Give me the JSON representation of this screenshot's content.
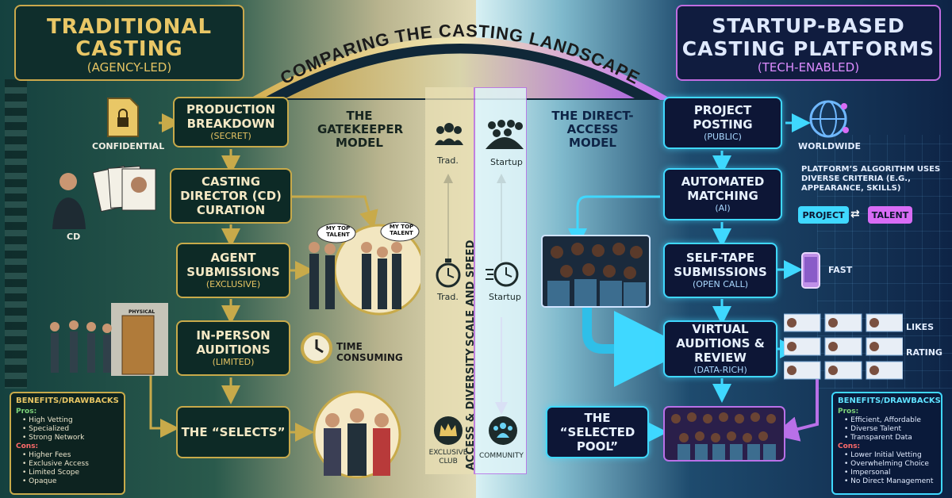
{
  "banner_title": "COMPARING THE CASTING LANDSCAPE",
  "left": {
    "title": "TRADITIONAL CASTING",
    "subtitle": "(AGENCY-LED)",
    "model": "THE GATEKEEPER MODEL",
    "steps": [
      {
        "title": "PRODUCTION BREAKDOWN",
        "sub": "(SECRET)"
      },
      {
        "title": "CASTING DIRECTOR (CD) CURATION",
        "sub": ""
      },
      {
        "title": "AGENT SUBMISSIONS",
        "sub": "(EXCLUSIVE)"
      },
      {
        "title": "IN-PERSON AUDITIONS",
        "sub": "(LIMITED)"
      },
      {
        "title": "THE “SELECTS”",
        "sub": ""
      }
    ],
    "labels": {
      "confidential": "CONFIDENTIAL",
      "cd": "CD",
      "time_consuming": "TIME CONSUMING",
      "bubble1": "MY TOP TALENT",
      "bubble2": "MY TOP TALENT",
      "physical": "PHYSICAL"
    },
    "benefits": {
      "heading": "BENEFITS/DRAWBACKS",
      "pros_label": "Pros:",
      "pros": [
        "High Vetting",
        "Specialized",
        "Strong Network"
      ],
      "cons_label": "Cons:",
      "cons": [
        "Higher Fees",
        "Exclusive Access",
        "Limited Scope",
        "Opaque"
      ]
    }
  },
  "right": {
    "title": "STARTUP-BASED CASTING PLATFORMS",
    "subtitle": "(TECH-ENABLED)",
    "model": "THE DIRECT-ACCESS MODEL",
    "steps": [
      {
        "title": "PROJECT POSTING",
        "sub": "(PUBLIC)"
      },
      {
        "title": "AUTOMATED MATCHING",
        "sub": "(AI)"
      },
      {
        "title": "SELF-TAPE SUBMISSIONS",
        "sub": "(OPEN CALL)"
      },
      {
        "title": "VIRTUAL AUDITIONS & REVIEW",
        "sub": "(DATA-RICH)"
      },
      {
        "title": "THE “SELECTED POOL”",
        "sub": ""
      }
    ],
    "labels": {
      "worldwide": "WORLDWIDE",
      "algorithm": "PLATFORM’S ALGORITHM USES DIVERSE CRITERIA (E.G., APPEARANCE, SKILLS)",
      "project": "PROJECT",
      "talent": "TALENT",
      "fast": "FAST",
      "likes": "LIKES",
      "rating": "RATING"
    },
    "benefits": {
      "heading": "BENEFITS/DRAWBACKS",
      "pros_label": "Pros:",
      "pros": [
        "Efficient, Affordable",
        "Diverse Talent",
        "Transparent Data"
      ],
      "cons_label": "Cons:",
      "cons": [
        "Lower Initial Vetting",
        "Overwhelming Choice",
        "Impersonal",
        "No Direct Management"
      ]
    }
  },
  "middle": {
    "trad": "Trad.",
    "startup": "Startup",
    "scale_speed": "SCALE AND SPEED",
    "access_diversity": "ACCESS & DIVERSITY",
    "exclusive_club": "EXCLUSIVE CLUB",
    "community": "COMMUNITY"
  },
  "colors": {
    "gold": "#c8aa4a",
    "cyan": "#3fd8ff",
    "magenta": "#d86cf5"
  },
  "icons": [
    "document-lock-icon",
    "globe-network-icon",
    "group-icon",
    "crowd-icon",
    "stopwatch-icon",
    "fast-clock-icon",
    "crown-icon",
    "community-icon",
    "clock-icon",
    "phone-icon",
    "swap-arrows-icon"
  ]
}
